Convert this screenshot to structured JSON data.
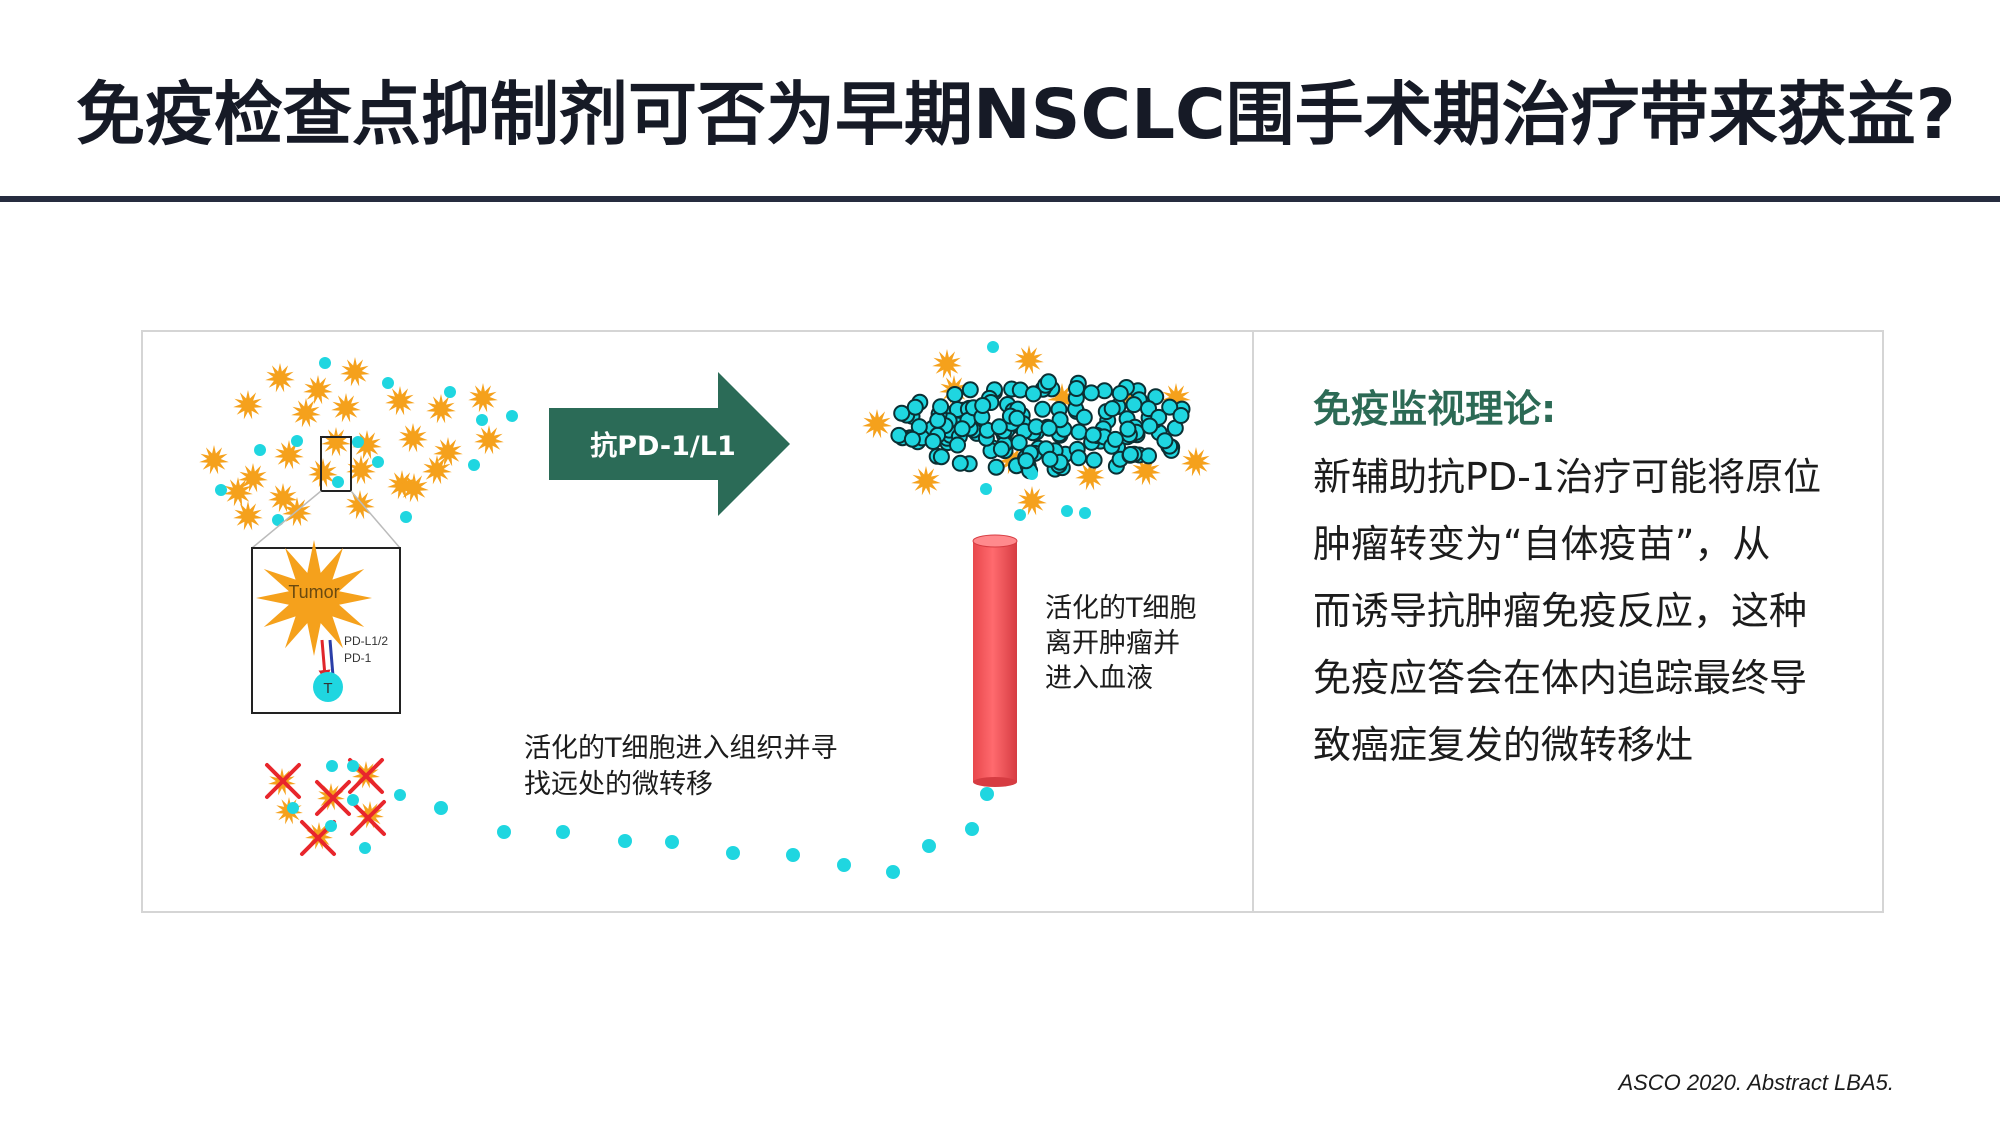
{
  "slide": {
    "title": "免疫检查点抑制剂可否为早期NSCLC围手术期治疗带来获益?",
    "citation": "ASCO 2020. Abstract LBA5."
  },
  "diagram": {
    "arrow_label": "抗PD-1/L1",
    "inset": {
      "tumor_label": "Tumor",
      "ligand_label": "PD-L1/2",
      "receptor_label": "PD-1",
      "tcell_label": "T"
    },
    "blood_caption": [
      "活化的T细胞",
      "离开肿瘤并",
      "进入血液"
    ],
    "tissue_caption": [
      "活化的T细胞进入组织并寻",
      "找远处的微转移"
    ]
  },
  "theory": {
    "heading": "免疫监视理论:",
    "lines": [
      "新辅助抗PD-1治疗可能将原位",
      "肿瘤转变为“自体疫苗”，从",
      "而诱导抗肿瘤免疫反应，这种",
      "免疫应答会在体内追踪最终导",
      "致癌症复发的微转移灶"
    ]
  },
  "colors": {
    "title_text": "#161a26",
    "rule": "#262c3f",
    "tumor_orange": "#f5a11c",
    "tcell_cyan": "#1fd6e0",
    "arrow_green": "#2b6b57",
    "blood_vessel_red": "#ff5a5f",
    "cross_red": "#e8262c",
    "heading_green": "#2c6a55"
  }
}
